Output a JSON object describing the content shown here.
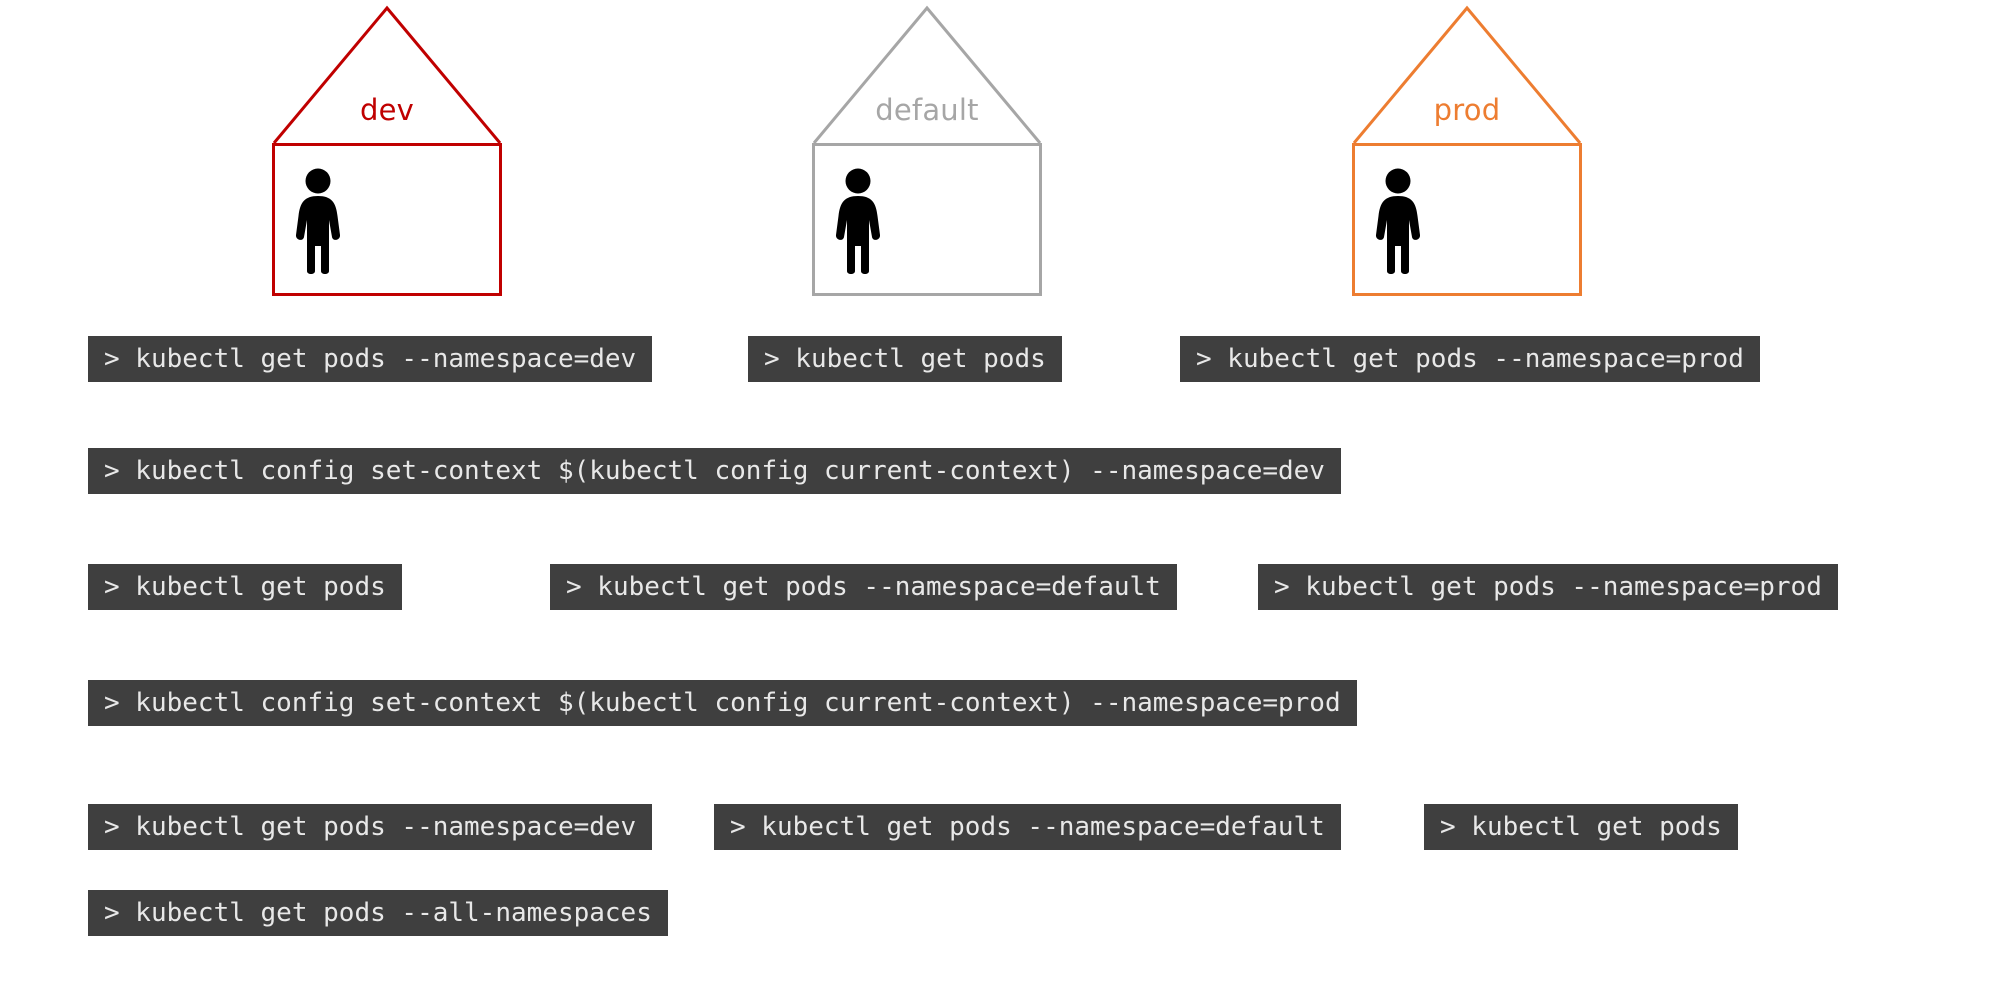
{
  "diagram": {
    "title_context": "kubectl namespaces diagram",
    "houses": [
      {
        "name": "dev",
        "label": "dev",
        "color": "#c00000",
        "person": "person-icon"
      },
      {
        "name": "default",
        "label": "default",
        "color": "#a6a6a6",
        "person": "person-icon"
      },
      {
        "name": "prod",
        "label": "prod",
        "color": "#ed7d31",
        "person": "person-icon"
      }
    ],
    "chip_background": "#3f3f3f",
    "chip_text_color": "#e8e8e8",
    "rows": [
      {
        "name": "row-1-per-namespace",
        "commands": [
          "> kubectl get pods --namespace=dev",
          "> kubectl get pods",
          "> kubectl get pods --namespace=prod"
        ]
      },
      {
        "name": "row-2-set-context-dev",
        "commands": [
          "> kubectl config set-context $(kubectl config current-context) --namespace=dev"
        ]
      },
      {
        "name": "row-3-after-dev-context",
        "commands": [
          "> kubectl get pods",
          "> kubectl get pods --namespace=default",
          "> kubectl get pods --namespace=prod"
        ]
      },
      {
        "name": "row-4-set-context-prod",
        "commands": [
          "> kubectl config set-context $(kubectl config current-context) --namespace=prod"
        ]
      },
      {
        "name": "row-5-after-prod-context",
        "commands": [
          "> kubectl get pods --namespace=dev",
          "> kubectl get pods --namespace=default",
          "> kubectl get pods"
        ]
      },
      {
        "name": "row-6-all-namespaces",
        "commands": [
          "> kubectl get pods --all-namespaces"
        ]
      }
    ]
  }
}
